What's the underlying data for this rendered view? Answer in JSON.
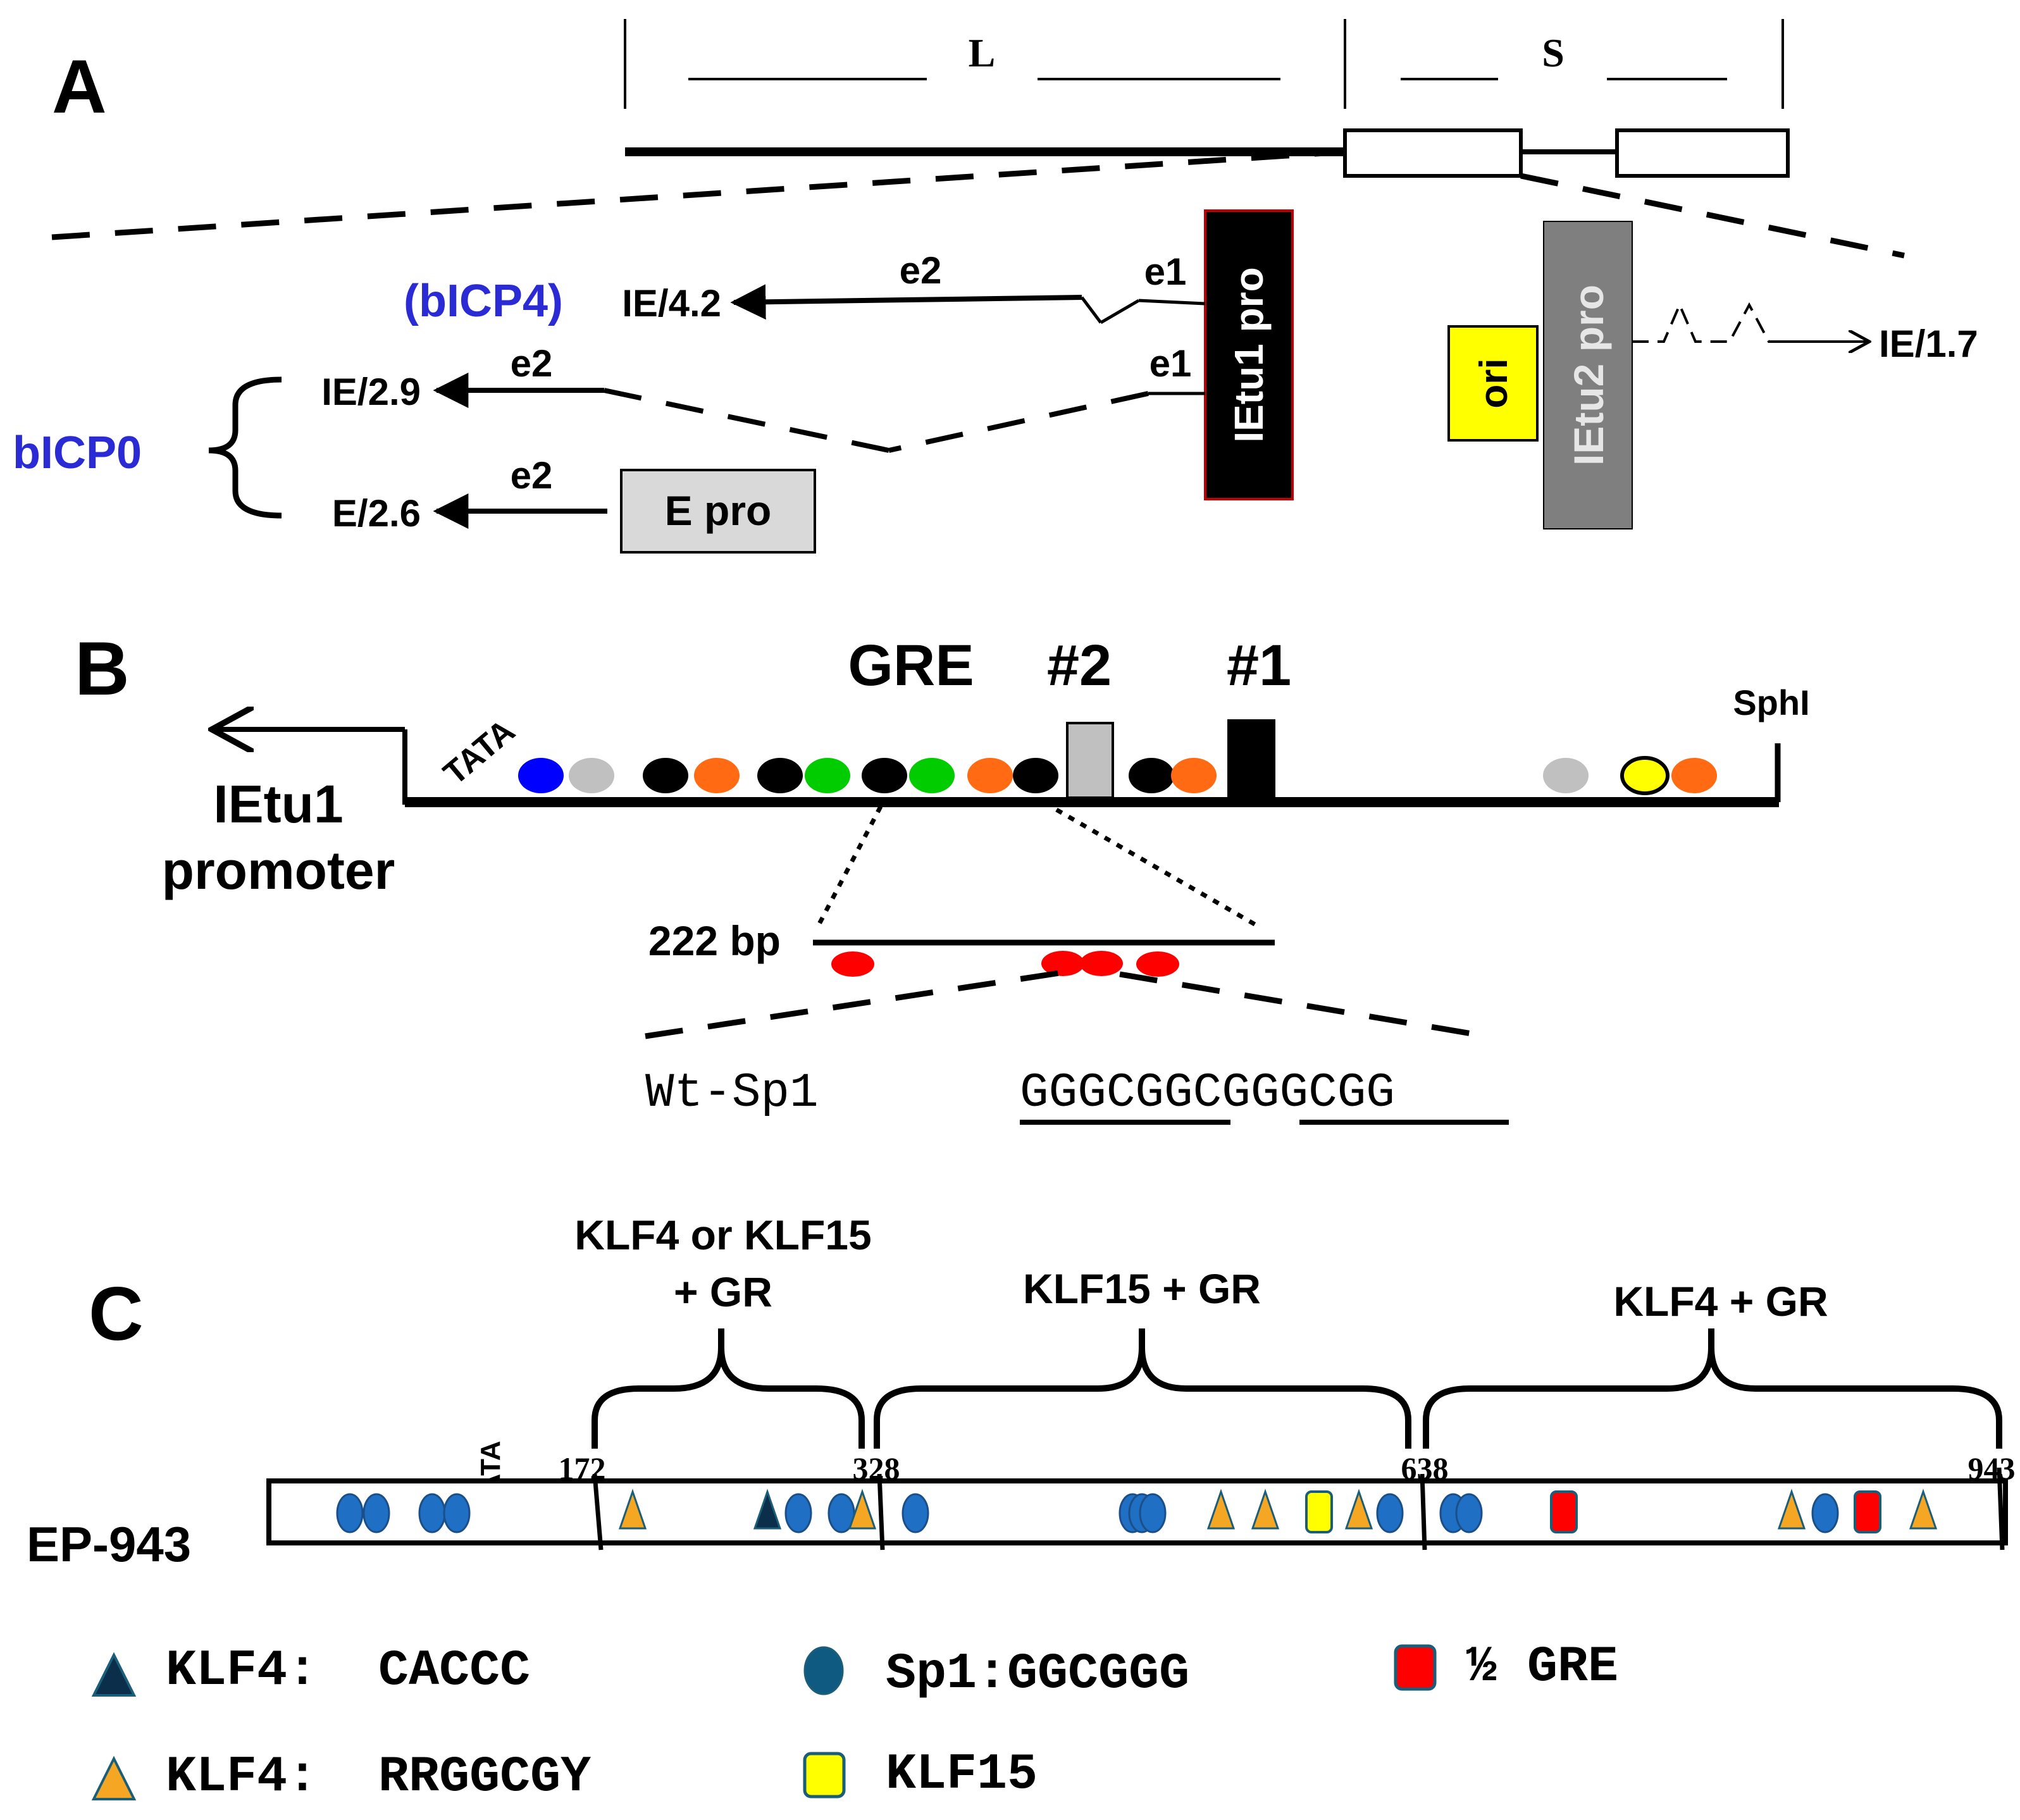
{
  "panel_a": {
    "label": "A",
    "genome": {
      "long_label": "L",
      "short_label": "S"
    },
    "ietu1_promoter": "IEtu1 pro",
    "ietu2_promoter": "IEtu2 pro",
    "ori": "ori",
    "e_promoter": "E pro",
    "bicp4_label": "(bICP4)",
    "bicp0_label": "bICP0",
    "transcripts": {
      "ie42": "IE/4.2",
      "ie29": "IE/2.9",
      "e26": "E/2.6",
      "ie17": "IE/1.7"
    },
    "exons": {
      "e1": "e1",
      "e2": "e2"
    },
    "colors": {
      "blue_label": "#2b2bd6",
      "ori_fill": "#ffff00",
      "ietu2_fill": "#7f7f7f",
      "e_pro_fill": "#d9d9d9",
      "ietu1_border": "#c00000"
    }
  },
  "panel_b": {
    "label": "B",
    "gre": "GRE",
    "site2": "#2",
    "site1": "#1",
    "tata": "TATA",
    "sphi": "SphI",
    "promoter_line1": "IEtu1",
    "promoter_line2": "promoter",
    "fragment": "222 bp",
    "wt_label": "Wt-Sp1",
    "seq_a": "GGGCGG",
    "seq_mid": "C",
    "seq_b": "GGGCGG",
    "site_colors": [
      "#0000ff",
      "#c0c0c0",
      "#000000",
      "#ff6a13",
      "#000000",
      "#00cc00",
      "#000000",
      "#00cc00",
      "#ff6a13",
      "#000000",
      "#000000",
      "#ff6a13",
      "#c0c0c0",
      "#ffff00",
      "#ff6a13"
    ],
    "fragment_site_color": "#ff0000"
  },
  "panel_c": {
    "label": "C",
    "construct": "EP-943",
    "tata": "TATA",
    "positions": [
      "172",
      "328",
      "638",
      "943"
    ],
    "region_labels": {
      "r1_line1": "KLF4 or KLF15",
      "r1_line2": "+ GR",
      "r2": "KLF15 + GR",
      "r3": "KLF4 + GR"
    },
    "legend": {
      "klf4_cacc": "KLF4:  CACCC",
      "klf4_rrg": "KLF4:  RRGGCGY",
      "sp1": "Sp1:GGCGGG",
      "klf15": "KLF15",
      "half_gre": "½ GRE"
    },
    "colors": {
      "sp1": "#1f6fc5",
      "klf4_dark": "#0b2f4a",
      "klf4_orange": "#f5a623",
      "klf15": "#ffff00",
      "half_gre": "#ff0000"
    }
  }
}
